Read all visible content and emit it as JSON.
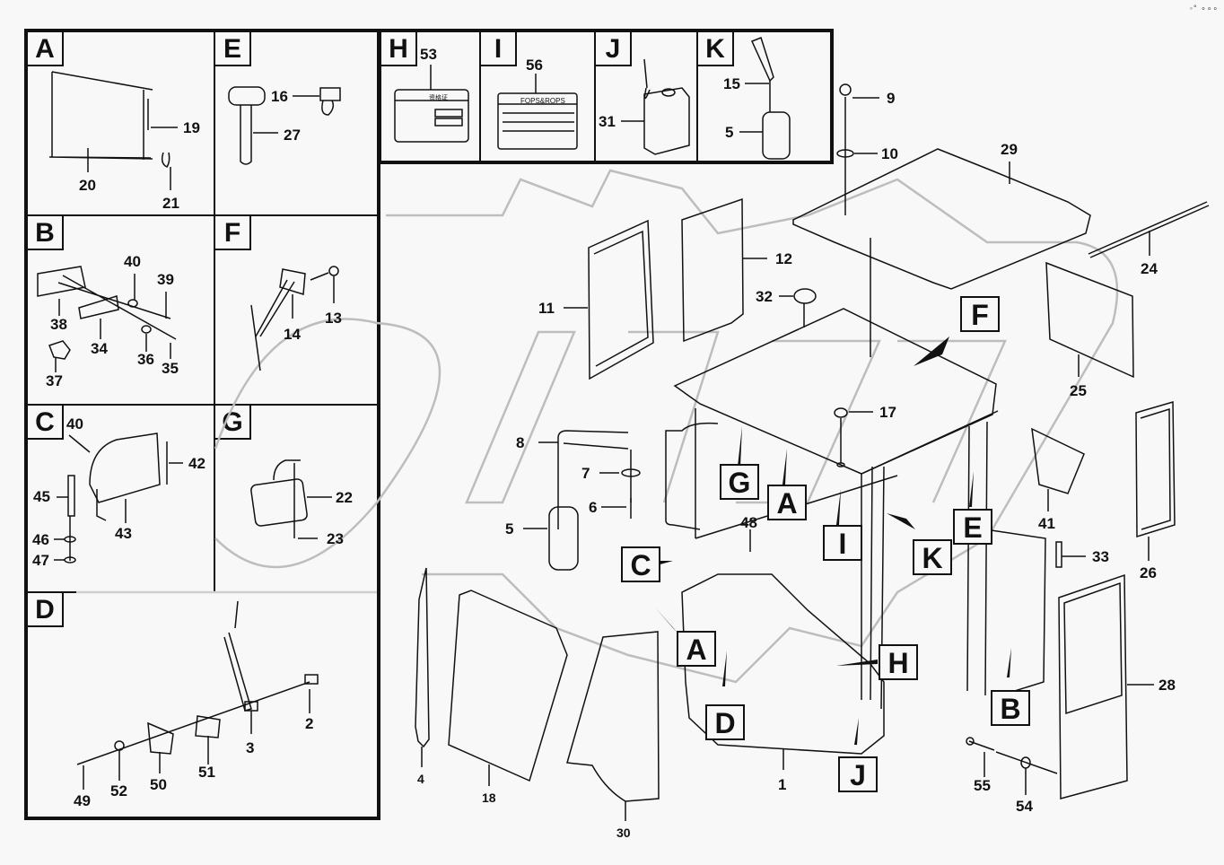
{
  "diagram": {
    "title": "Cab assembly exploded parts diagram",
    "corner_icons": "◦° ∘∘∘",
    "watermark_text": "OPEX",
    "detail_panels": [
      {
        "id": "A",
        "letter": "A",
        "callouts": [
          "19",
          "20",
          "21"
        ]
      },
      {
        "id": "E",
        "letter": "E",
        "callouts": [
          "16",
          "27"
        ]
      },
      {
        "id": "H",
        "letter": "H",
        "callouts": [
          "53"
        ]
      },
      {
        "id": "I",
        "letter": "I",
        "callouts": [
          "56"
        ]
      },
      {
        "id": "J",
        "letter": "J",
        "callouts": [
          "31"
        ]
      },
      {
        "id": "K",
        "letter": "K",
        "callouts": [
          "15",
          "5"
        ]
      },
      {
        "id": "B",
        "letter": "B",
        "callouts": [
          "40",
          "39",
          "38",
          "34",
          "36",
          "35",
          "37"
        ]
      },
      {
        "id": "F",
        "letter": "F",
        "callouts": [
          "13",
          "14"
        ]
      },
      {
        "id": "C",
        "letter": "C",
        "callouts": [
          "40",
          "42",
          "45",
          "43",
          "46",
          "47"
        ]
      },
      {
        "id": "G",
        "letter": "G",
        "callouts": [
          "22",
          "23"
        ]
      },
      {
        "id": "D",
        "letter": "D",
        "callouts": [
          "2",
          "3",
          "49",
          "52",
          "50",
          "51"
        ]
      }
    ],
    "main_callouts": [
      "9",
      "10",
      "29",
      "24",
      "12",
      "11",
      "32",
      "25",
      "17",
      "8",
      "7",
      "6",
      "5",
      "48",
      "41",
      "33",
      "26",
      "28",
      "4",
      "18",
      "30",
      "1",
      "55",
      "54"
    ],
    "main_section_tags": [
      "F",
      "G",
      "A",
      "I",
      "K",
      "E",
      "C",
      "A",
      "D",
      "H",
      "B",
      "J"
    ],
    "labels": {
      "h_plate_title": "资格证",
      "i_plate_title": "FOPS&ROPS"
    }
  }
}
